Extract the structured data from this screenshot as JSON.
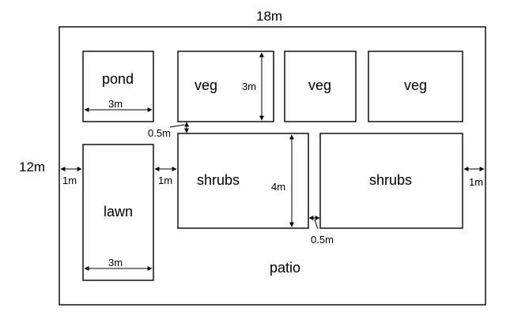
{
  "garden": {
    "width_label": "18m",
    "height_label": "12m",
    "patio_label": "patio"
  },
  "beds": {
    "pond": {
      "label": "pond",
      "width_label": "3m"
    },
    "lawn": {
      "label": "lawn",
      "width_label": "3m"
    },
    "veg1": {
      "label": "veg",
      "height_label": "3m"
    },
    "veg2": {
      "label": "veg"
    },
    "veg3": {
      "label": "veg"
    },
    "shrubs1": {
      "label": "shrubs",
      "height_label": "4m"
    },
    "shrubs2": {
      "label": "shrubs"
    }
  },
  "gaps": {
    "left_margin": "1m",
    "lawn_shrubs": "1m",
    "right_margin": "1m",
    "veg_shrubs": "0.5m",
    "shrubs_shrubs": "0.5m"
  }
}
